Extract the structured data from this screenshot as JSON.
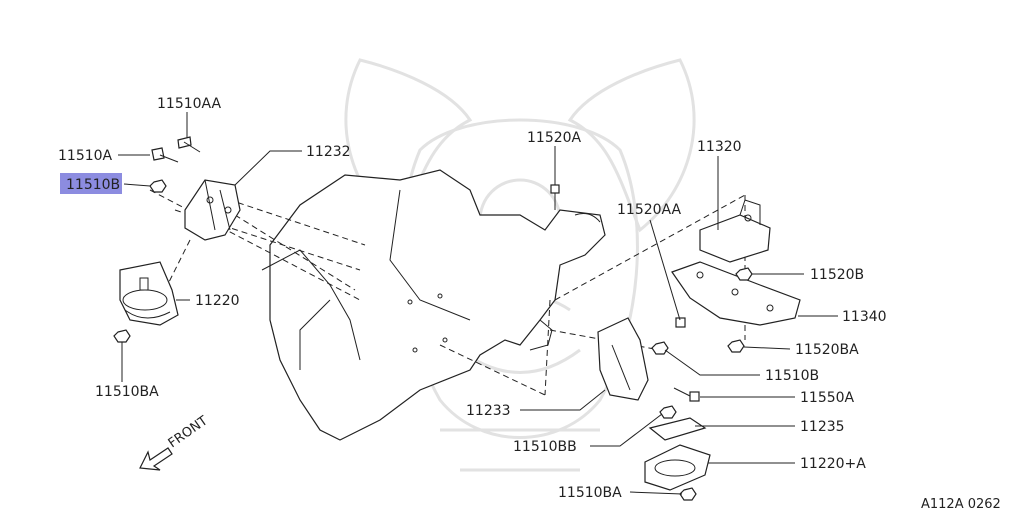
{
  "diagram": {
    "reference_code": "A112A 0262",
    "direction_label": "FRONT",
    "highlight_color": "#8c8ce0",
    "selected_part": "11510B",
    "parts": [
      {
        "id": "p-11510aa",
        "label": "11510AA"
      },
      {
        "id": "p-11510a",
        "label": "11510A"
      },
      {
        "id": "p-11510b-left",
        "label": "11510B"
      },
      {
        "id": "p-11232",
        "label": "11232"
      },
      {
        "id": "p-11220",
        "label": "11220"
      },
      {
        "id": "p-11510ba-left",
        "label": "11510BA"
      },
      {
        "id": "p-11520a",
        "label": "11520A"
      },
      {
        "id": "p-11320",
        "label": "11320"
      },
      {
        "id": "p-11520aa",
        "label": "11520AA"
      },
      {
        "id": "p-11520b",
        "label": "11520B"
      },
      {
        "id": "p-11340",
        "label": "11340"
      },
      {
        "id": "p-11520ba",
        "label": "11520BA"
      },
      {
        "id": "p-11510b-right",
        "label": "11510B"
      },
      {
        "id": "p-11550a",
        "label": "11550A"
      },
      {
        "id": "p-11233",
        "label": "11233"
      },
      {
        "id": "p-11235",
        "label": "11235"
      },
      {
        "id": "p-11510bb",
        "label": "11510BB"
      },
      {
        "id": "p-11220a",
        "label": "11220+A"
      },
      {
        "id": "p-11510ba-right",
        "label": "11510BA"
      }
    ]
  }
}
